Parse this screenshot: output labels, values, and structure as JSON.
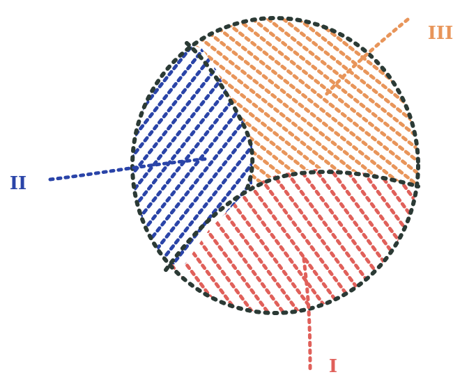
{
  "labels": {
    "region_1": "I",
    "region_2": "II",
    "region_3": "III"
  },
  "colors": {
    "outline": "#2b3a35",
    "region_1": "#e0605a",
    "region_2": "#2a44a8",
    "region_3": "#e8955a"
  }
}
